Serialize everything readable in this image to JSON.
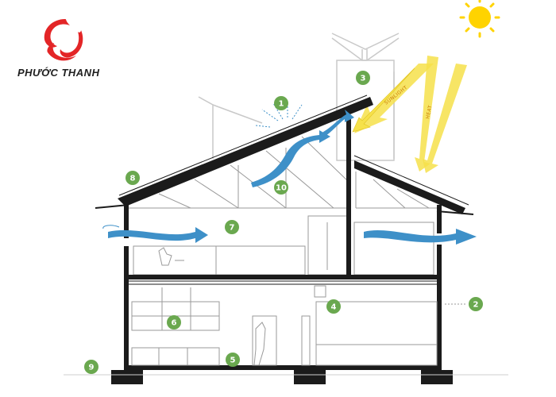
{
  "brand": {
    "name": "PHƯỚC THANH",
    "colors": {
      "red": "#e32527",
      "dark": "#1f1f1f"
    }
  },
  "diagram": {
    "markers": [
      {
        "label": "1",
        "feature": "roof-vent"
      },
      {
        "label": "2",
        "feature": "window-overhang"
      },
      {
        "label": "3",
        "feature": "solar-chimney"
      },
      {
        "label": "4",
        "feature": "interior-opening"
      },
      {
        "label": "5",
        "feature": "ground-floor-room"
      },
      {
        "label": "6",
        "feature": "ground-floor-shelving"
      },
      {
        "label": "7",
        "feature": "cross-ventilation"
      },
      {
        "label": "8",
        "feature": "roof-eave"
      },
      {
        "label": "9",
        "feature": "foundation"
      },
      {
        "label": "10",
        "feature": "stack-ventilation"
      }
    ],
    "colors": {
      "marker": "#6aa84f",
      "airflow": "#3e90c8",
      "sunlight": "#f6e14a",
      "sun": "#ffd300",
      "structure": "#1b1b1b",
      "ghost": "#c9c9c9"
    }
  }
}
